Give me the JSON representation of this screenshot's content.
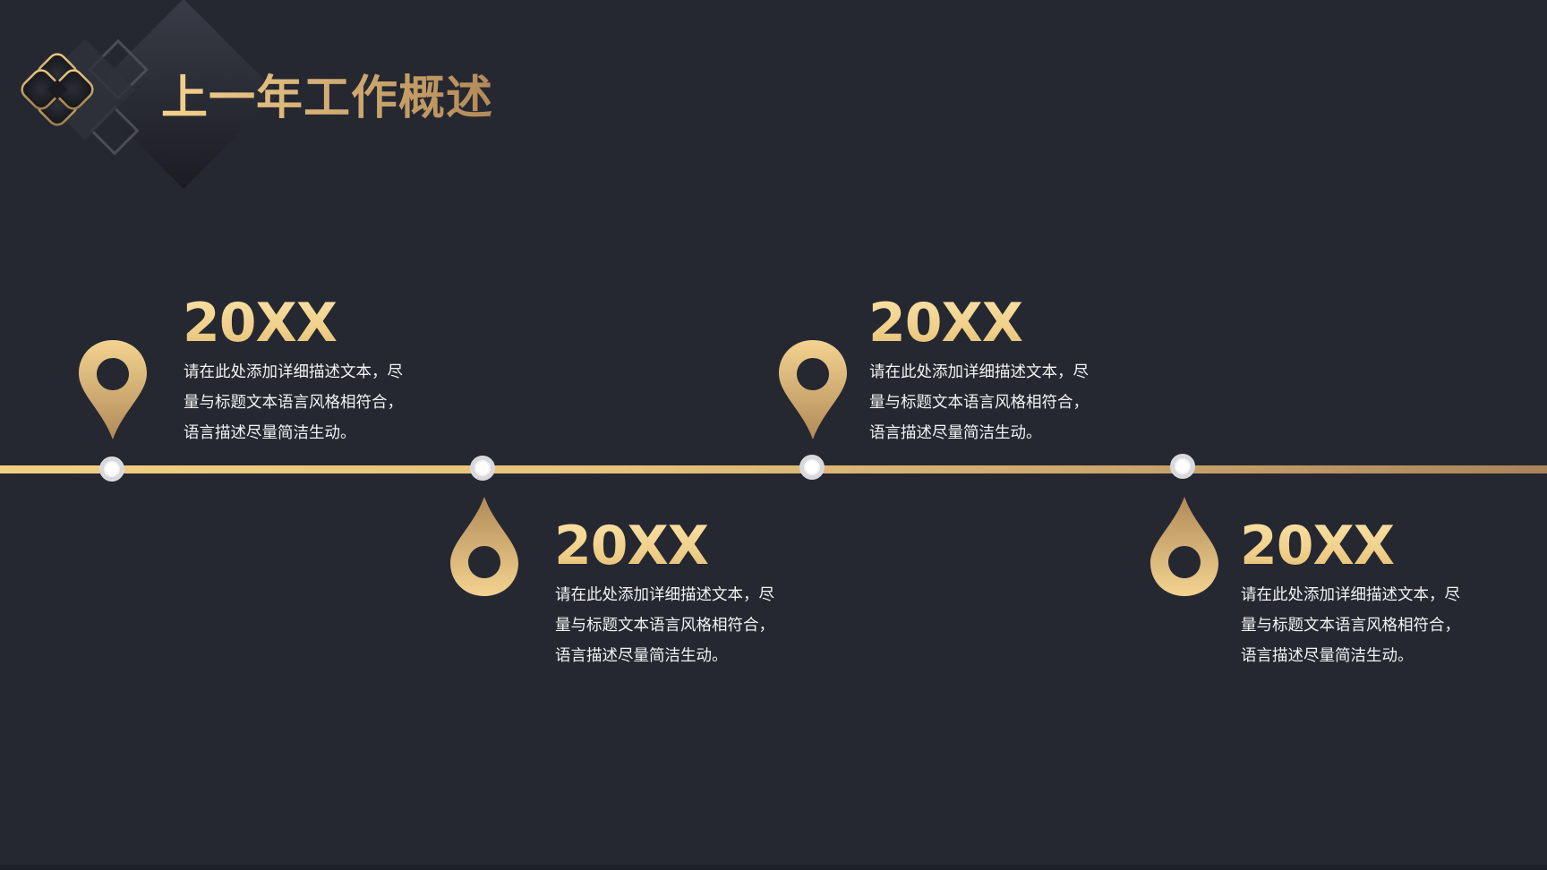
{
  "header": {
    "title": "上一年工作概述"
  },
  "colors": {
    "background": "#262831",
    "gold_light": "#f2cf82",
    "gold_dark": "#a9845a",
    "node": "#ffffff"
  },
  "milestones": [
    {
      "year": "20XX",
      "icon": "location-pin-icon",
      "lines": [
        "请在此处添加详细描述文本，尽",
        "量与标题文本语言风格相符合，",
        "语言描述尽量简洁生动。"
      ]
    },
    {
      "year": "20XX",
      "icon": "drop-pin-icon",
      "lines": [
        "请在此处添加详细描述文本，尽",
        "量与标题文本语言风格相符合，",
        "语言描述尽量简洁生动。"
      ]
    },
    {
      "year": "20XX",
      "icon": "location-pin-icon",
      "lines": [
        "请在此处添加详细描述文本，尽",
        "量与标题文本语言风格相符合，",
        "语言描述尽量简洁生动。"
      ]
    },
    {
      "year": "20XX",
      "icon": "drop-pin-icon",
      "lines": [
        "请在此处添加详细描述文本，尽",
        "量与标题文本语言风格相符合，",
        "语言描述尽量简洁生动。"
      ]
    }
  ]
}
